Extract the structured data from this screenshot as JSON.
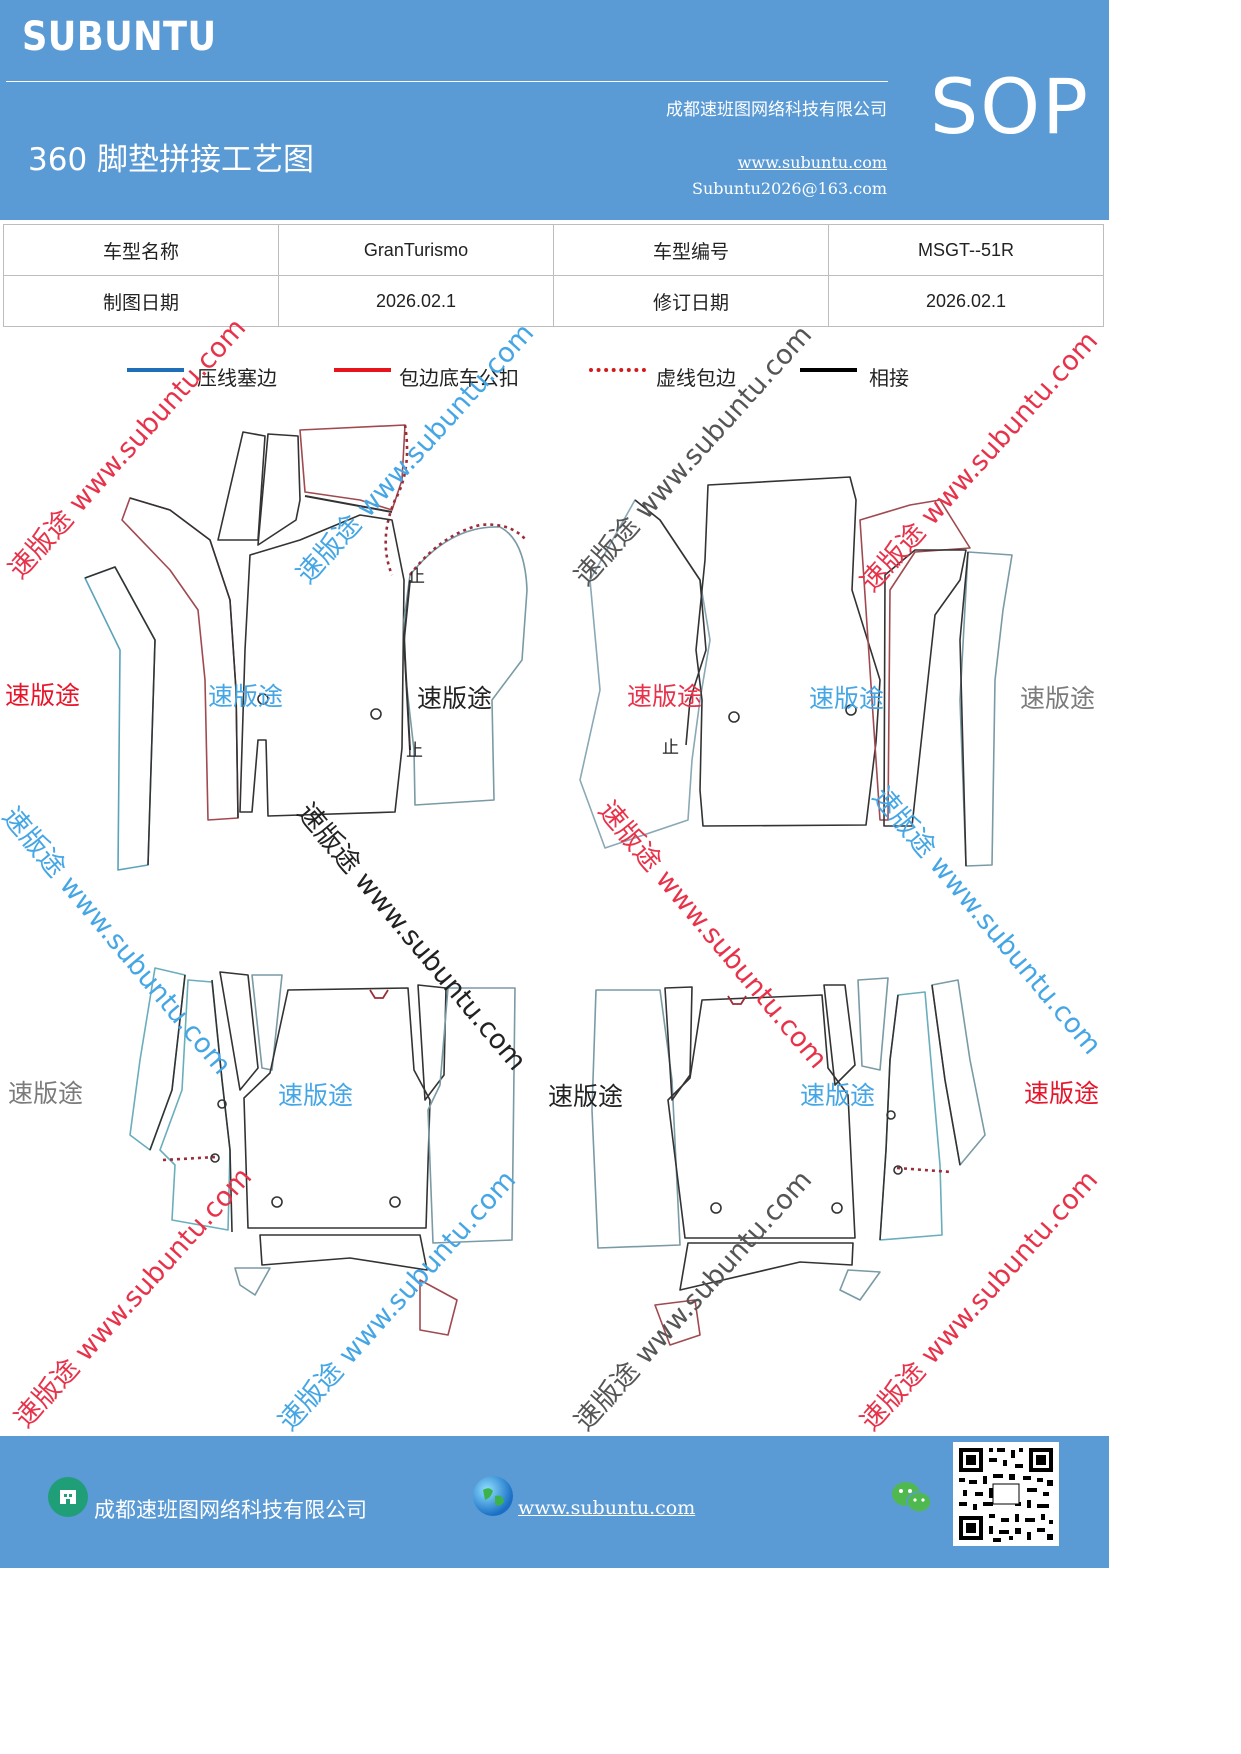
{
  "header": {
    "brand": "SUBUNTU",
    "title": "360 脚垫拼接工艺图",
    "company": "成都速班图网络科技有限公司",
    "website": "www.subuntu.com",
    "email": "Subuntu2026@163.com",
    "badge": "SOP"
  },
  "info_table": {
    "rows": [
      {
        "label1": "车型名称",
        "value1": "GranTurismo",
        "label2": "车型编号",
        "value2": "MSGT--51R"
      },
      {
        "label1": "制图日期",
        "value1": "2026.02.1",
        "label2": "修订日期",
        "value2": "2026.02.1"
      }
    ]
  },
  "legend": [
    {
      "label": "压线塞边",
      "color": "#1f6fb8",
      "style": "solid"
    },
    {
      "label": "包边底车公扣",
      "color": "#e8141c",
      "style": "solid"
    },
    {
      "label": "虚线包边",
      "color": "#d11a1a",
      "style": "dotted"
    },
    {
      "label": "相接",
      "color": "#000000",
      "style": "solid"
    }
  ],
  "diagram_marks": {
    "stop_mark": "止"
  },
  "watermarks": {
    "brand_cn": "速版途",
    "url_text": "www.subuntu.com",
    "red": "#e8324a",
    "blue": "#45a6e6",
    "gray": "#7b7b7b",
    "black": "#222222"
  },
  "footer": {
    "company": "成都速班图网络科技有限公司",
    "website": "www.subuntu.com"
  }
}
